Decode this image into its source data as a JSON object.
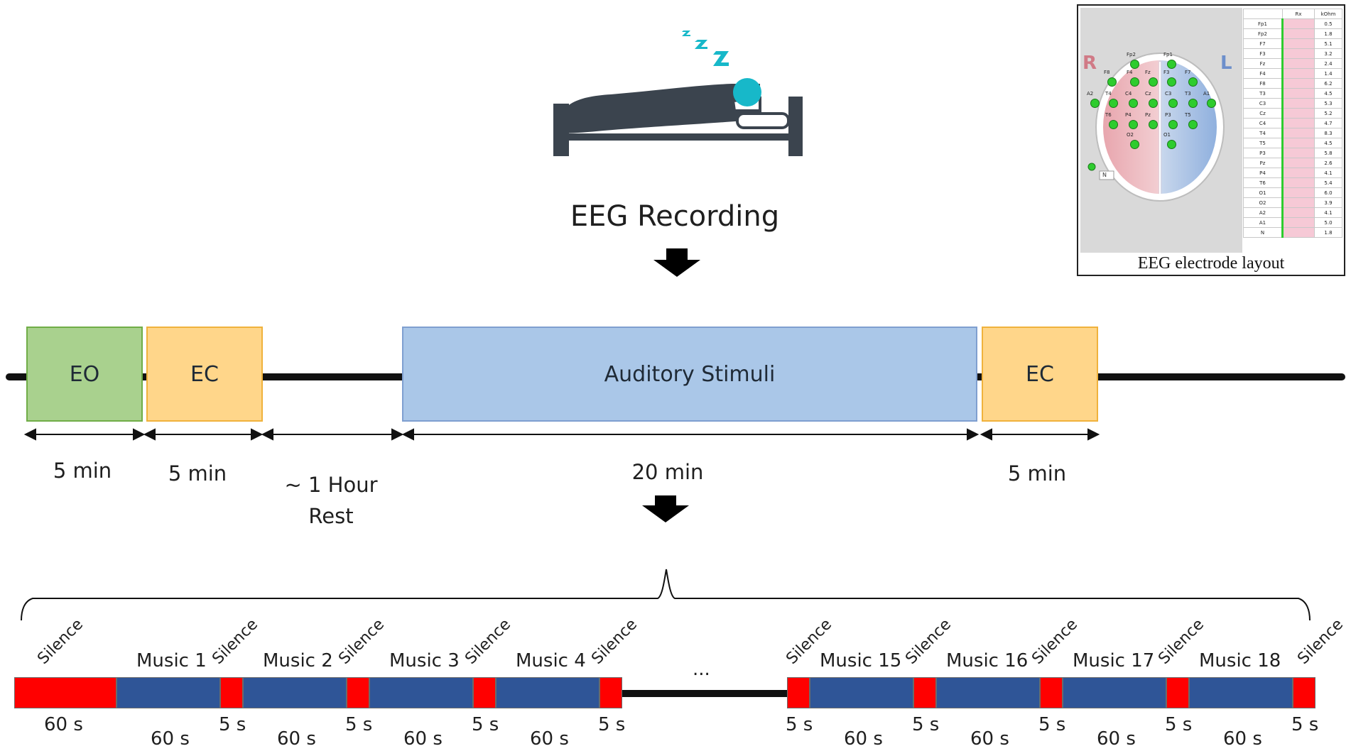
{
  "colors": {
    "eo_fill": "#a9d18e",
    "eo_border": "#70ad47",
    "ec_fill": "#ffd68a",
    "ec_border": "#f0b23c",
    "stim_fill": "#aac7e8",
    "stim_border": "#7f9fd0",
    "silence": "#ff0000",
    "music": "#2f5597",
    "bed": "#3b444e",
    "head": "#17b8c9"
  },
  "recording": {
    "title": "EEG Recording",
    "icons": [
      "sleep-zzz-icon",
      "bed-icon",
      "down-arrow-icon"
    ]
  },
  "inset": {
    "caption": "EEG electrode layout",
    "hemisphere_right": "R",
    "hemisphere_left": "L",
    "reference": "N",
    "electrodes": [
      "Fp2",
      "Fp1",
      "F8",
      "F4",
      "Fz",
      "F3",
      "F7",
      "A2",
      "T4",
      "C4",
      "Cz",
      "C3",
      "T3",
      "A1",
      "T6",
      "P4",
      "Pz",
      "P3",
      "T5",
      "O2",
      "O1"
    ],
    "table": {
      "headers": [
        "",
        "Rx",
        "kOhm"
      ],
      "rows": [
        [
          "Fp1",
          "0.5"
        ],
        [
          "Fp2",
          "1.8"
        ],
        [
          "F7",
          "5.1"
        ],
        [
          "F3",
          "3.2"
        ],
        [
          "Fz",
          "2.4"
        ],
        [
          "F4",
          "1.4"
        ],
        [
          "F8",
          "6.2"
        ],
        [
          "T3",
          "4.5"
        ],
        [
          "C3",
          "5.3"
        ],
        [
          "Cz",
          "5.2"
        ],
        [
          "C4",
          "4.7"
        ],
        [
          "T4",
          "8.3"
        ],
        [
          "T5",
          "4.5"
        ],
        [
          "P3",
          "5.8"
        ],
        [
          "Pz",
          "2.6"
        ],
        [
          "P4",
          "4.1"
        ],
        [
          "T6",
          "5.4"
        ],
        [
          "O1",
          "6.0"
        ],
        [
          "O2",
          "3.9"
        ],
        [
          "A2",
          "4.1"
        ],
        [
          "A1",
          "5.0"
        ],
        [
          "N",
          "1.8"
        ]
      ]
    }
  },
  "timeline": {
    "blocks": [
      {
        "id": "eo",
        "label": "EO"
      },
      {
        "id": "ec1",
        "label": "EC"
      },
      {
        "id": "stim",
        "label": "Auditory Stimuli"
      },
      {
        "id": "ec2",
        "label": "EC"
      }
    ],
    "durations": {
      "eo": "5 min",
      "ec1": "5 min",
      "rest_line1": "~ 1 Hour",
      "rest_line2": "Rest",
      "stim": "20 min",
      "ec2": "5 min"
    }
  },
  "sequence": {
    "silence_label": "Silence",
    "ellipsis": "...",
    "first_silence_duration": "60 s",
    "music_duration": "60 s",
    "gap_duration": "5 s",
    "music_labels": [
      "Music 1",
      "Music 2",
      "Music 3",
      "Music 4",
      "Music 15",
      "Music 16",
      "Music 17",
      "Music 18"
    ]
  }
}
